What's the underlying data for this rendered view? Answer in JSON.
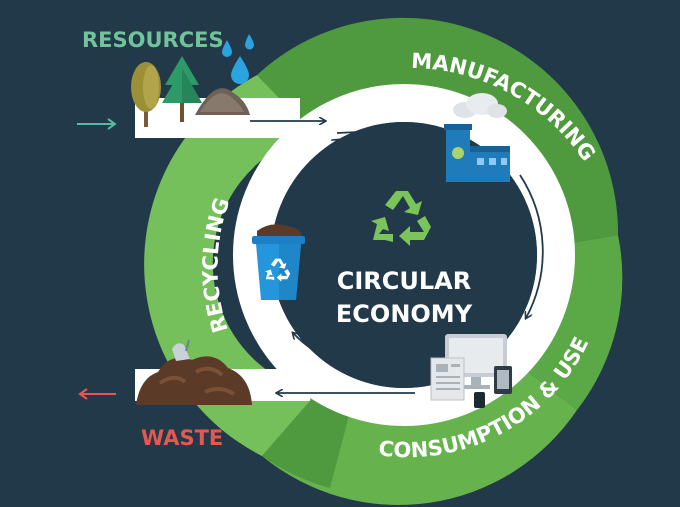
{
  "diagram": {
    "center_title_line1": "CIRCULAR",
    "center_title_line2": "ECONOMY",
    "resources_label": "RESOURCES",
    "waste_label": "WASTE",
    "ring_labels": {
      "manufacturing": "MANUFACTURING",
      "consumption": "CONSUMPTION & USE",
      "recycling": "RECYCLING"
    }
  },
  "colors": {
    "background": "#22394a",
    "ring_dark": "#4f9a3f",
    "ring_mid": "#5dac47",
    "ring_light": "#75c05a",
    "resources_text": "#72c39a",
    "waste_text": "#e5584f",
    "track": "#ffffff",
    "arrow": "#22394a"
  },
  "icons": [
    "tree-icon",
    "pine-tree-icon",
    "rock-pile-icon",
    "water-drops-icon",
    "factory-icon",
    "recycle-icon",
    "recycling-bin-icon",
    "devices-icon",
    "waste-pile-icon"
  ]
}
